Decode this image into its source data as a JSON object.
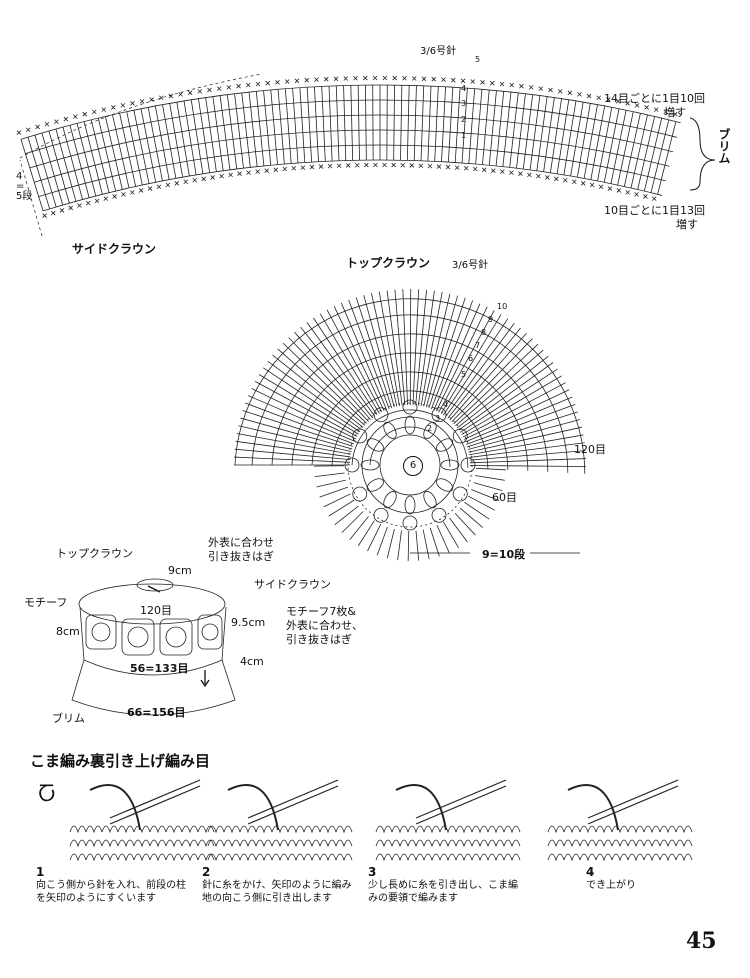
{
  "side_crown": {
    "title": "サイドクラウン",
    "hook": "3/6号針",
    "row_label_4": "4",
    "row_label_eq": "=",
    "row_label_5": "5段",
    "increase_top_line1": "14目ごとに1目10回",
    "increase_top_line2": "増す",
    "increase_bottom_line1": "10目ごとに1目13回",
    "increase_bottom_line2": "増す",
    "brim_label": "ブリム",
    "row_numbers": [
      "1",
      "2",
      "3",
      "4",
      "5"
    ]
  },
  "top_crown": {
    "title": "トップクラウン",
    "hook": "3/6号針",
    "count_outer": "120目",
    "count_inner": "60目",
    "center": "6",
    "row_numbers": [
      "2",
      "3",
      "4",
      "5",
      "6",
      "7",
      "8",
      "9",
      "10"
    ],
    "dimension": "9=10段"
  },
  "hat": {
    "top_crown_label": "トップクラウン",
    "motif_label": "モチーフ",
    "top_crown_cm": "9cm",
    "join_line1": "外表に合わせ",
    "join_line2": "引き抜きはぎ",
    "side_crown_label": "サイドクラウン",
    "count_120": "120目",
    "height_8": "8cm",
    "height_95": "9.5cm",
    "motif_join_line1": "モチーフ7枚&",
    "motif_join_line2": "外表に合わせ、",
    "motif_join_line3": "引き抜きはぎ",
    "height_4": "4cm",
    "count_133": "56=133目",
    "brim_label": "ブリム",
    "count_156": "66=156目"
  },
  "technique": {
    "title": "こま編み裏引き上げ編み目",
    "steps": [
      {
        "num": "1",
        "line1": "向こう側から針を入れ、前段の柱",
        "line2": "を矢印のようにすくいます"
      },
      {
        "num": "2",
        "line1": "針に糸をかけ、矢印のように編み",
        "line2": "地の向こう側に引き出します"
      },
      {
        "num": "3",
        "line1": "少し長めに糸を引き出し、こま編",
        "line2": "みの要領で編みます"
      },
      {
        "num": "4",
        "line1": "でき上がり",
        "line2": ""
      }
    ]
  },
  "page_number": "45"
}
